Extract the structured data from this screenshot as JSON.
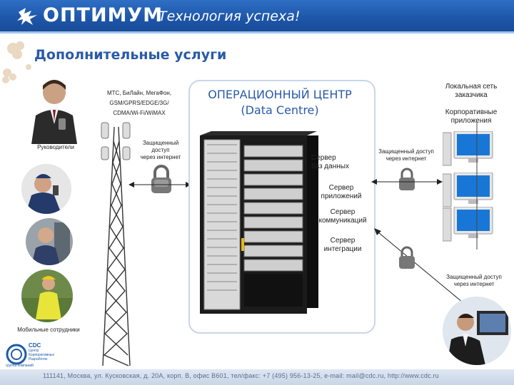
{
  "header": {
    "brand": "ОПТИМУМ",
    "tagline": "Технология успеха!"
  },
  "page": {
    "title": "Дополнительные услуги"
  },
  "left": {
    "managers_label": "Руководители",
    "mobile_label": "Мобильные сотрудники"
  },
  "operators": {
    "line1": "МТС, БиЛайн, МегаФон,",
    "line2": "GSM/GPRS/EDGE/3G/",
    "line3": "CDMA/Wi-Fi/WiMAX"
  },
  "secure_left": {
    "line1": "Защищенный",
    "line2": "доступ",
    "line3": "через интернет"
  },
  "datacentre": {
    "title_line1": "ОПЕРАЦИОННЫЙ ЦЕНТР",
    "title_line2": "(Data Centre)",
    "server_db_1": "Сервер",
    "server_db_2": "баз данных",
    "server_app_1": "Сервер",
    "server_app_2": "приложений",
    "server_comm_1": "Сервер",
    "server_comm_2": "коммуникаций",
    "server_int_1": "Сервер",
    "server_int_2": "интеграции"
  },
  "right": {
    "lan_1": "Локальная сеть",
    "lan_2": "заказчика",
    "corp_1": "Корпоративные",
    "corp_2": "приложения",
    "secure_top_1": "Защищенный доступ",
    "secure_top_2": "через интернет",
    "secure_bottom_1": "Защищенный доступ",
    "secure_bottom_2": "через интернет"
  },
  "cdc": {
    "mark": "CDC",
    "line1": "Центр",
    "line2": "Корпоративных",
    "line3": "Разработок",
    "line4": "группа компаний"
  },
  "footer": {
    "address": "111141, Москва, ул. Кусковская, д. 20А, корп. В, офис В601, тел/факс: +7 (495) 956-13-25, e-mail: mail@cdc.ru, http://www.cdc.ru"
  },
  "colors": {
    "header_blue": "#1d55a8",
    "title_blue": "#2a5aa8",
    "icons": [
      "lock-icon",
      "monitor-icon",
      "tower-icon",
      "server-rack-icon"
    ]
  }
}
